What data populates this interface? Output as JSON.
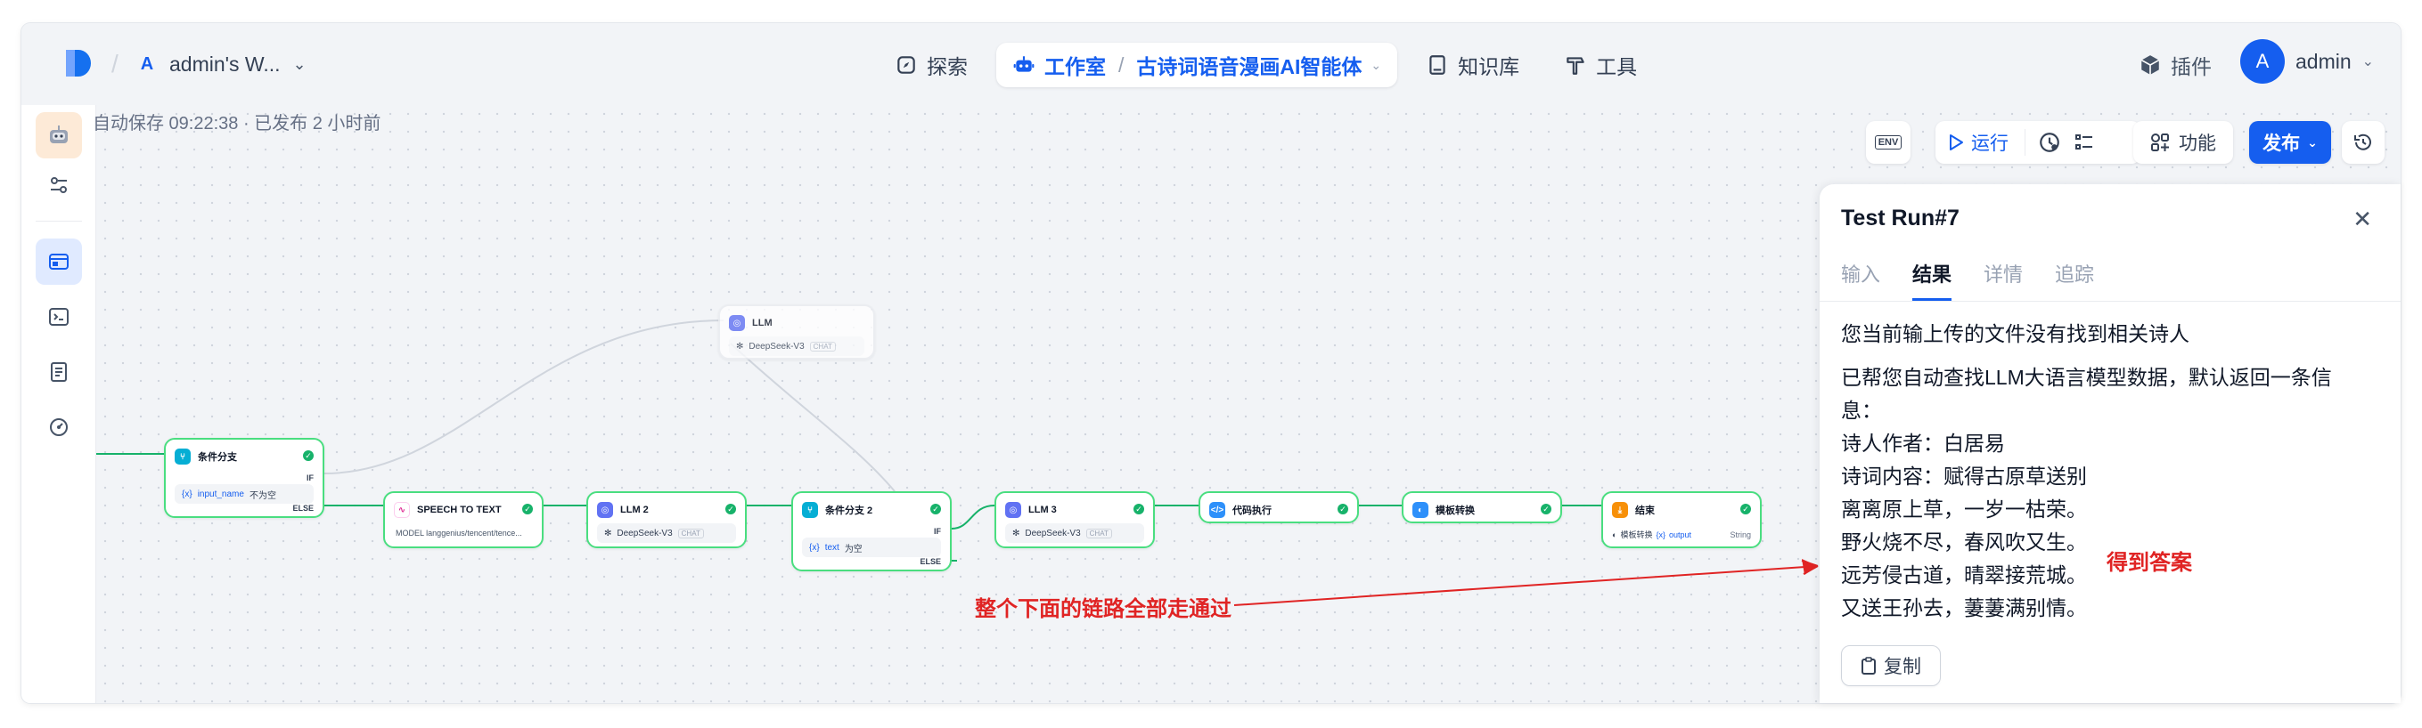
{
  "header": {
    "workspace_initial": "A",
    "workspace_name": "admin's W...",
    "nav": {
      "explore": "探索",
      "studio": "工作室",
      "app_name": "古诗词语音漫画AI智能体",
      "knowledge": "知识库",
      "tools": "工具"
    },
    "plugins": "插件",
    "user_initial": "A",
    "user_name": "admin"
  },
  "canvas": {
    "autosave": "自动保存 09:22:38 · 已发布 2 小时前",
    "nodes": {
      "branch1": {
        "title": "条件分支",
        "if": "IF",
        "else": "ELSE",
        "var": "input_name",
        "cond": "不为空"
      },
      "llm_top": {
        "title": "LLM",
        "model": "DeepSeek-V3",
        "tag": "CHAT"
      },
      "speech": {
        "title": "SPEECH TO TEXT",
        "model": "MODEL langgenius/tencent/tence..."
      },
      "llm2": {
        "title": "LLM 2",
        "model": "DeepSeek-V3",
        "tag": "CHAT"
      },
      "branch2": {
        "title": "条件分支 2",
        "if": "IF",
        "else": "ELSE",
        "var": "text",
        "cond": "为空"
      },
      "llm3": {
        "title": "LLM 3",
        "model": "DeepSeek-V3",
        "tag": "CHAT"
      },
      "code": {
        "title": "代码执行"
      },
      "template": {
        "title": "模板转换"
      },
      "end": {
        "title": "结束",
        "source": "模板转换",
        "var": "output",
        "type": "String"
      }
    }
  },
  "toolbar": {
    "env": "ENV",
    "run": "运行",
    "features": "功能",
    "publish": "发布"
  },
  "panel": {
    "title": "Test Run#7",
    "tabs": [
      "输入",
      "结果",
      "详情",
      "追踪"
    ],
    "active_tab": "结果",
    "result_lines": [
      "您当前输上传的文件没有找到相关诗人",
      "已帮您自动查找LLM大语言模型数据，默认返回一条信息：",
      "诗人作者：白居易",
      "诗词内容：赋得古原草送别",
      "离离原上草，一岁一枯荣。",
      "野火烧不尽，春风吹又生。",
      "远芳侵古道，晴翠接荒城。",
      "又送王孙去，萋萋满别情。"
    ],
    "copy": "复制"
  },
  "annotations": {
    "chain_note": "整个下面的链路全部走通过",
    "answer_note": "得到答案"
  },
  "colors": {
    "accent": "#155eef",
    "success": "#17b26a",
    "annotation": "#e02424"
  }
}
